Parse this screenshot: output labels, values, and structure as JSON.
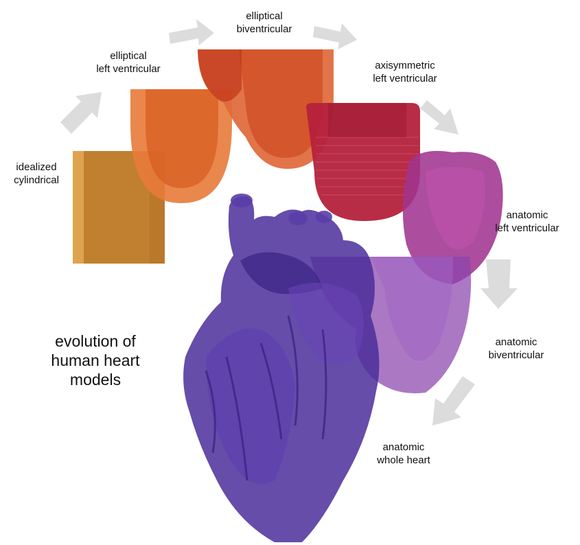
{
  "title": {
    "line1": "evolution of",
    "line2": "human heart",
    "line3": "models"
  },
  "stages": [
    {
      "line1": "idealized",
      "line2": "cylindrical",
      "color": "#c8862e"
    },
    {
      "line1": "elliptical",
      "line2": "left ventricular",
      "color": "#e06a2c"
    },
    {
      "line1": "elliptical",
      "line2": "biventricular",
      "color": "#d8532e"
    },
    {
      "line1": "axisymmetric",
      "line2": "left ventricular",
      "color": "#b8243e"
    },
    {
      "line1": "anatomic",
      "line2": "left ventricular",
      "color": "#9a2e8c"
    },
    {
      "line1": "anatomic",
      "line2": "biventricular",
      "color": "#8a44ad"
    },
    {
      "line1": "anatomic",
      "line2": "whole heart",
      "color": "#4a2e9a"
    }
  ],
  "arrow_color": "#dcdcdc"
}
